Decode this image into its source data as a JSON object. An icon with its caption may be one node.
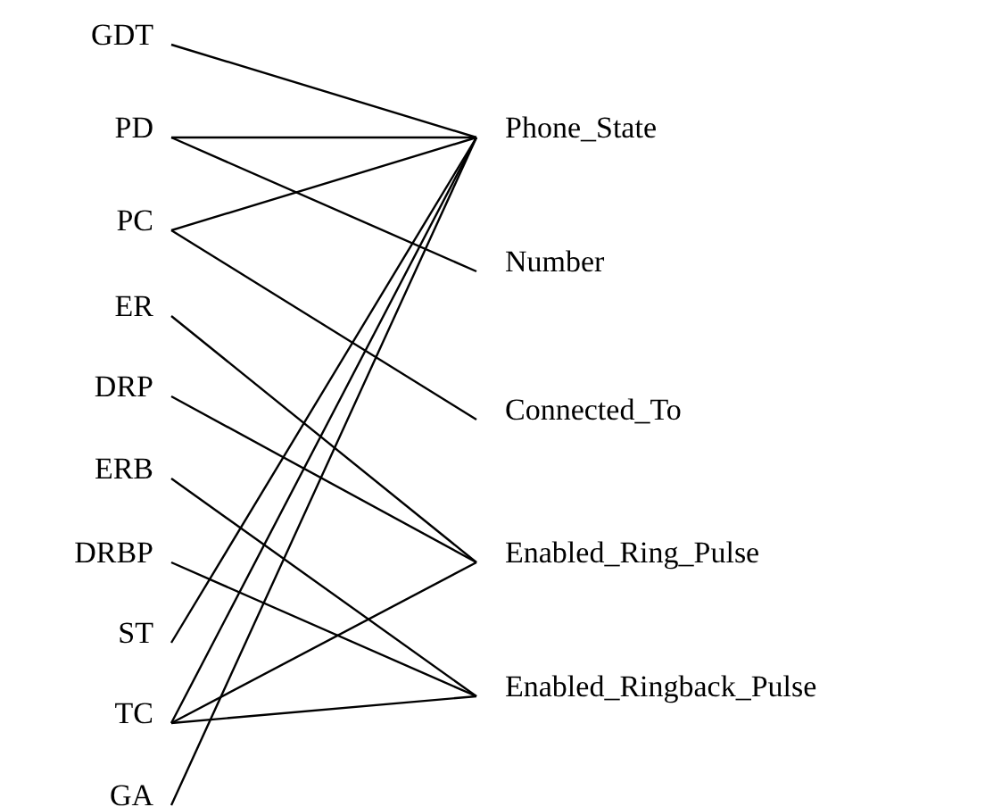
{
  "diagram": {
    "nodes": [
      {
        "text": [
          "GDT"
        ]
      },
      {
        "text": [
          "PD"
        ]
      },
      {
        "text": [
          "PC"
        ]
      },
      {
        "text": [
          "ER"
        ]
      },
      {
        "text": [
          "DRP"
        ]
      },
      {
        "text": [
          "ERB"
        ]
      },
      {
        "text": [
          "DRBP"
        ]
      },
      {
        "text": [
          "ST"
        ]
      },
      {
        "text": [
          "TC"
        ]
      },
      {
        "text": [
          "GA"
        ]
      },
      {
        "text": [
          "Phone_State"
        ]
      },
      {
        "text": [
          "Number"
        ]
      },
      {
        "text": [
          "Connected_To"
        ]
      },
      {
        "text": [
          "Enabled_Ring_Pulse"
        ]
      },
      {
        "text": [
          "Enabled_Ringback_Pulse"
        ]
      }
    ],
    "edges": [
      {
        "from": 0,
        "to": 10,
        "arrow": "none"
      },
      {
        "from": 1,
        "to": 10,
        "arrow": "none"
      },
      {
        "from": 1,
        "to": 11,
        "arrow": "none"
      },
      {
        "from": 2,
        "to": 10,
        "arrow": "none"
      },
      {
        "from": 2,
        "to": 12,
        "arrow": "none"
      },
      {
        "from": 3,
        "to": 13,
        "arrow": "none"
      },
      {
        "from": 4,
        "to": 13,
        "arrow": "none"
      },
      {
        "from": 5,
        "to": 14,
        "arrow": "none"
      },
      {
        "from": 6,
        "to": 14,
        "arrow": "none"
      },
      {
        "from": 7,
        "to": 10,
        "arrow": "none"
      },
      {
        "from": 8,
        "to": 10,
        "arrow": "none"
      },
      {
        "from": 8,
        "to": 13,
        "arrow": "none"
      },
      {
        "from": 8,
        "to": 14,
        "arrow": "none"
      },
      {
        "from": 9,
        "to": 10,
        "arrow": "none"
      }
    ]
  }
}
